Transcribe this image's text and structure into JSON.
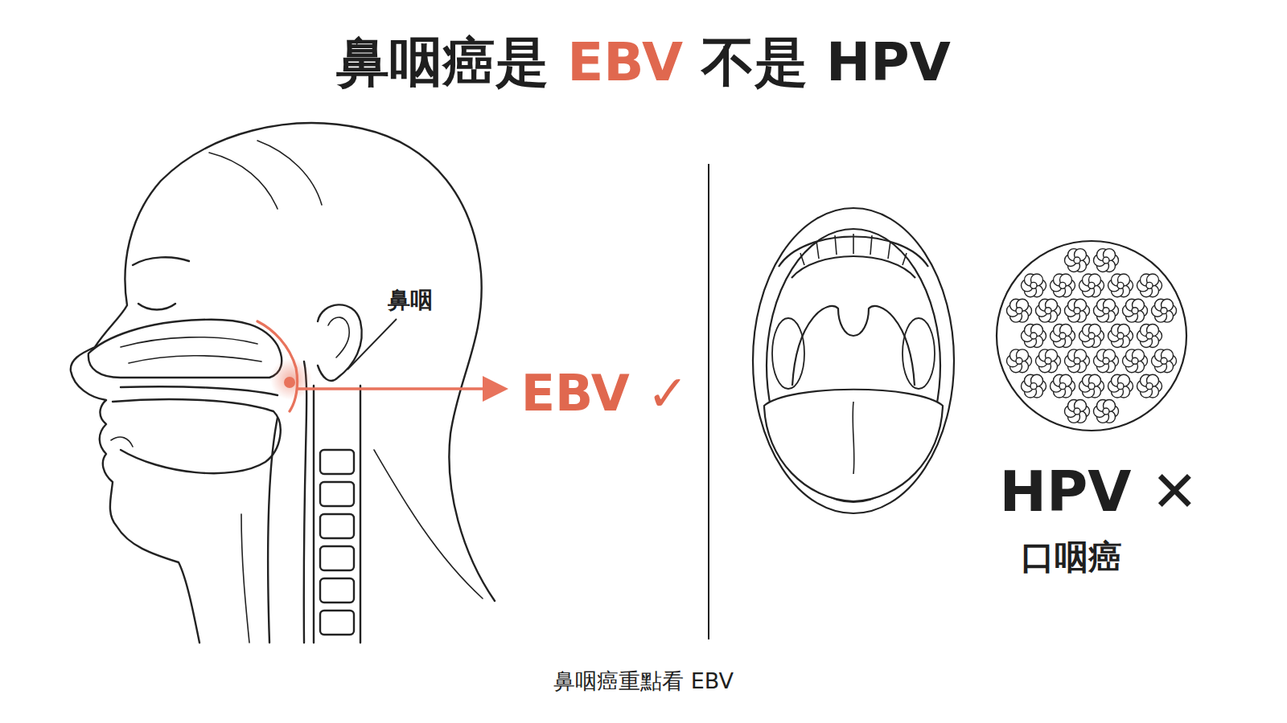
{
  "diagram": {
    "title": "鼻咽癌是 EBV 不是 HPV",
    "caption": "鼻咽癌重點看 EBV",
    "labels": [
      "鼻咽",
      "EBV ✓",
      "HPV ✕",
      "口咽癌"
    ]
  }
}
